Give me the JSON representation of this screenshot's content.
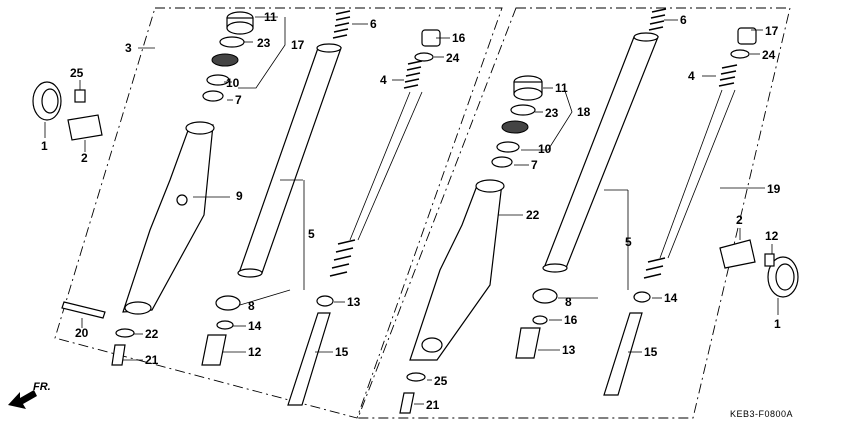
{
  "diagram": {
    "code": "KEB3-F0800A",
    "direction_label": "FR.",
    "left_assembly": {
      "callouts": [
        "1",
        "2",
        "3",
        "4",
        "5",
        "6",
        "7",
        "8",
        "9",
        "10",
        "11",
        "12",
        "13",
        "14",
        "15",
        "16",
        "17",
        "20",
        "21",
        "22",
        "23",
        "24",
        "25"
      ]
    },
    "right_assembly": {
      "callouts": [
        "1",
        "2",
        "4",
        "5",
        "6",
        "7",
        "8",
        "10",
        "11",
        "12",
        "13",
        "14",
        "15",
        "16",
        "17",
        "18",
        "19",
        "21",
        "22",
        "23",
        "24",
        "25"
      ]
    }
  }
}
